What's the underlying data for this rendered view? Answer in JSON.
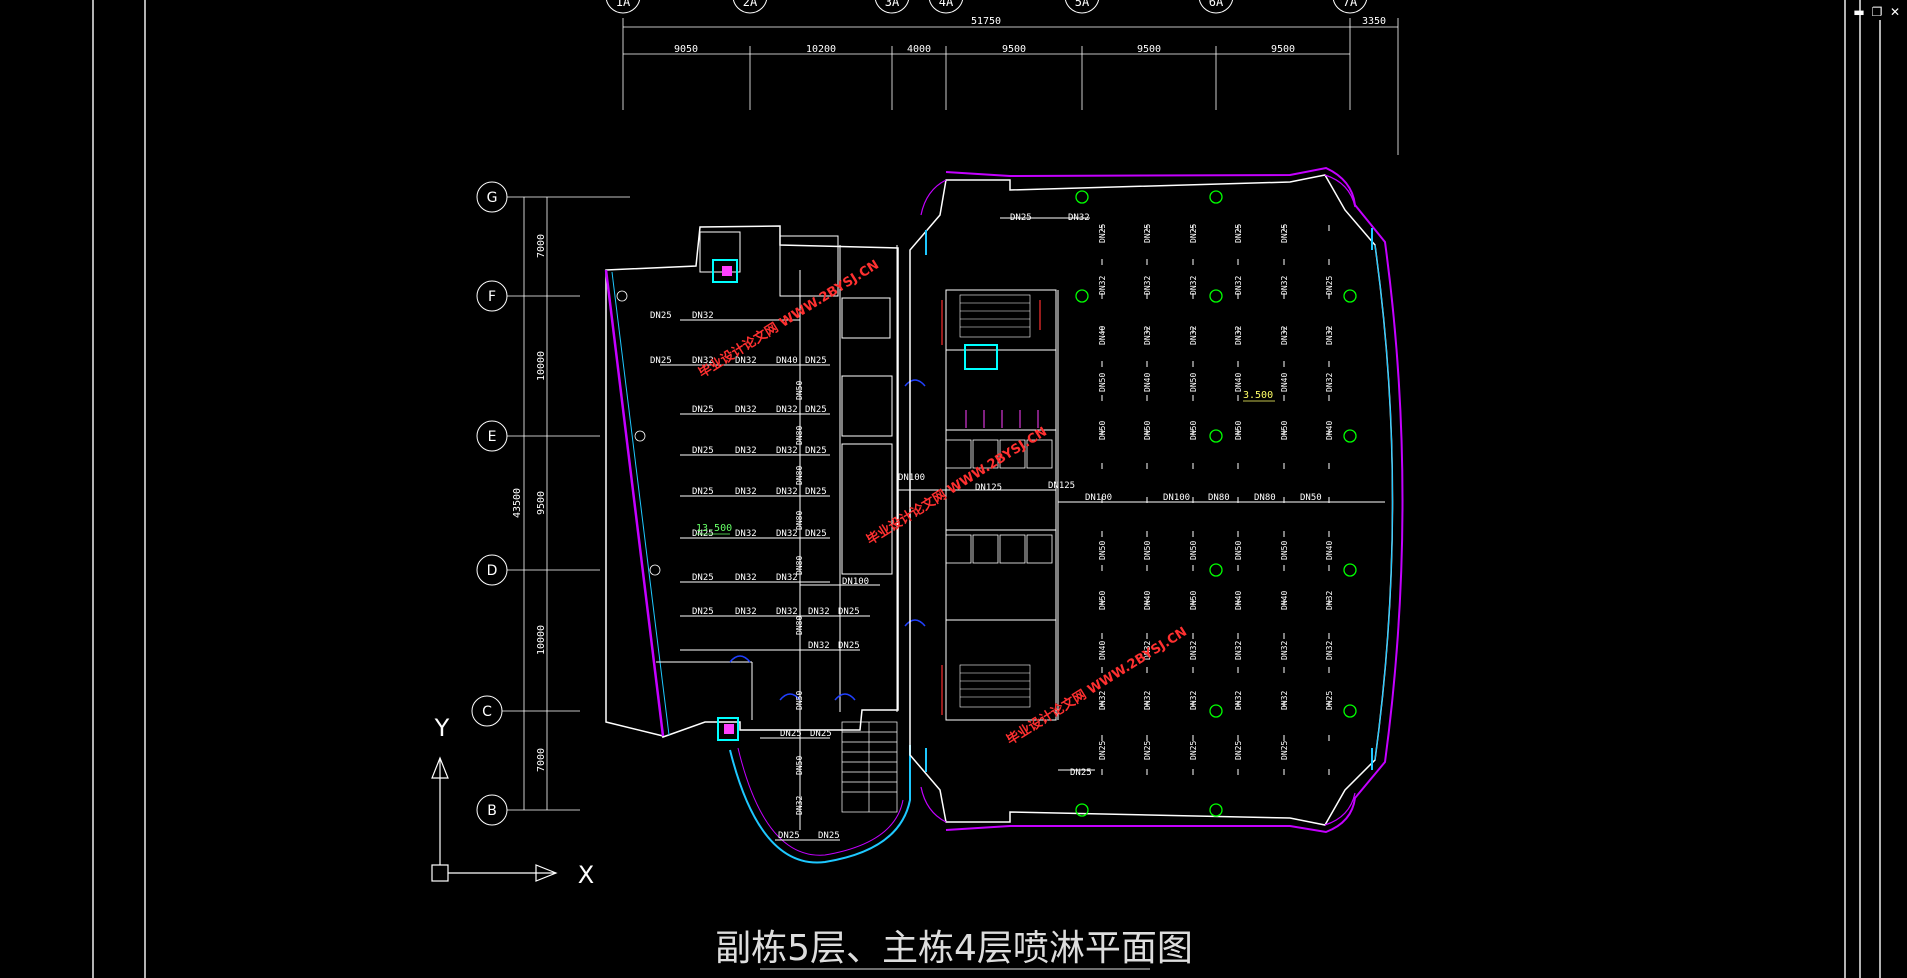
{
  "window": {
    "minimize_glyph": "▬",
    "restore_glyph": "❐",
    "close_glyph": "✕"
  },
  "drawing": {
    "title": "副栋5层、主栋4层喷淋平面图",
    "watermark": "毕业设计论文网 WWW.2BYSJ.CN",
    "axis_x_label": "X",
    "axis_y_label": "Y",
    "top_grid_labels": [
      "1A",
      "2A",
      "3A",
      "4A",
      "5A",
      "6A",
      "7A"
    ],
    "left_grid_labels": [
      "G",
      "F",
      "E",
      "D",
      "C",
      "B"
    ],
    "top_total_dim": "51750",
    "top_extra_dim": "3350",
    "top_dims": [
      "9050",
      "10200",
      "4000",
      "9500",
      "9500",
      "9500"
    ],
    "left_total_dim": "43500",
    "left_dims": [
      "7000",
      "10000",
      "9500",
      "10000",
      "7000"
    ],
    "elevation_left": "13.500",
    "elevation_right": "3.500",
    "pipe_labels": {
      "dn25": "DN25",
      "dn32": "DN32",
      "dn40": "DN40",
      "dn50": "DN50",
      "dn80": "DN80",
      "dn100": "DN100",
      "dn125": "DN125"
    },
    "colors": {
      "wall": "#ffffff",
      "outline": "#c400ff",
      "window": "#1ec8ff",
      "door": "#2040ff",
      "fixture": "#ff40ff",
      "hydrant": "#00ff00",
      "annotation": "#ffff66",
      "watermark": "#ff3030",
      "stair_red": "#ff3030",
      "elevator": "#00ffff"
    }
  }
}
